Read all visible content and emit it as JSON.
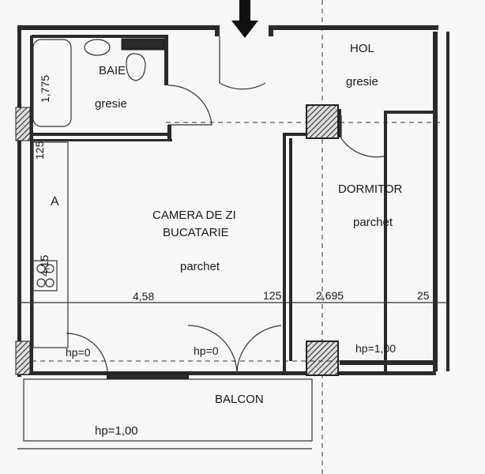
{
  "rooms": {
    "baie": {
      "name": "BAIE",
      "floor": "gresie"
    },
    "hol": {
      "name": "HOL",
      "floor": "gresie"
    },
    "camera": {
      "name_line1": "CAMERA DE ZI",
      "name_line2": "BUCATARIE",
      "floor": "parchet"
    },
    "dormitor": {
      "name": "DORMITOR",
      "floor": "parchet"
    },
    "balcon": {
      "name": "BALCON",
      "hp": "hp=1,00"
    }
  },
  "dimensions": {
    "bath_length": "1,775",
    "wall_left": "125",
    "room_depth": "4,15",
    "camera_width": "4,58",
    "wall_mid": "125",
    "dormitor_width": "2,695",
    "wall_right": "25"
  },
  "window_heights": {
    "left_door": "hp=0",
    "center_door": "hp=0",
    "dormitor_window": "hp=1,00"
  },
  "symbols": {
    "kitchen_mark": "A",
    "entrance": "arrow-down-icon"
  },
  "colors": {
    "wall": "#2a2a2a",
    "background": "#f7f7f5"
  }
}
